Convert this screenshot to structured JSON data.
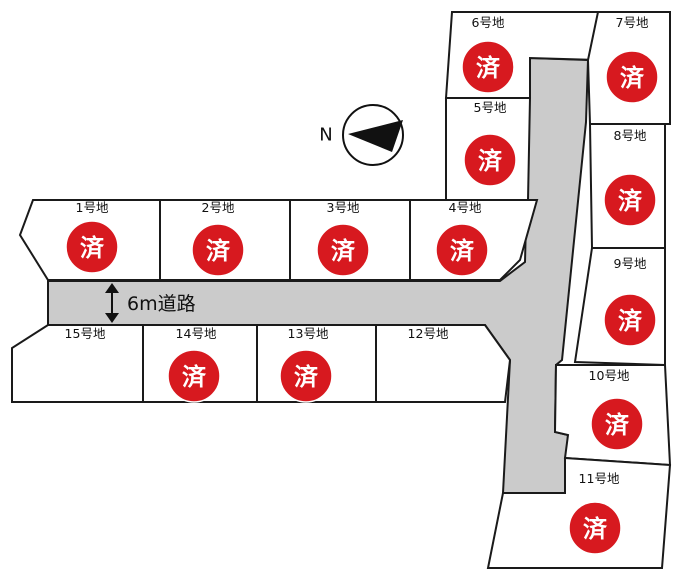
{
  "colors": {
    "sold_badge": "#d7191f",
    "road": "#cbcbcb",
    "outline": "#1a1a1a",
    "background": "#ffffff"
  },
  "road": {
    "label": "6m道路"
  },
  "compass": {
    "label": "N",
    "icon": "north-arrow-icon"
  },
  "lots": [
    {
      "id": 1,
      "label": "1号地",
      "sold": true,
      "badge": "済"
    },
    {
      "id": 2,
      "label": "2号地",
      "sold": true,
      "badge": "済"
    },
    {
      "id": 3,
      "label": "3号地",
      "sold": true,
      "badge": "済"
    },
    {
      "id": 4,
      "label": "4号地",
      "sold": true,
      "badge": "済"
    },
    {
      "id": 5,
      "label": "5号地",
      "sold": true,
      "badge": "済"
    },
    {
      "id": 6,
      "label": "6号地",
      "sold": true,
      "badge": "済"
    },
    {
      "id": 7,
      "label": "7号地",
      "sold": true,
      "badge": "済"
    },
    {
      "id": 8,
      "label": "8号地",
      "sold": true,
      "badge": "済"
    },
    {
      "id": 9,
      "label": "9号地",
      "sold": true,
      "badge": "済"
    },
    {
      "id": 10,
      "label": "10号地",
      "sold": true,
      "badge": "済"
    },
    {
      "id": 11,
      "label": "11号地",
      "sold": true,
      "badge": "済"
    },
    {
      "id": 12,
      "label": "12号地",
      "sold": false,
      "badge": ""
    },
    {
      "id": 13,
      "label": "13号地",
      "sold": true,
      "badge": "済"
    },
    {
      "id": 14,
      "label": "14号地",
      "sold": true,
      "badge": "済"
    },
    {
      "id": 15,
      "label": "15号地",
      "sold": false,
      "badge": ""
    }
  ]
}
